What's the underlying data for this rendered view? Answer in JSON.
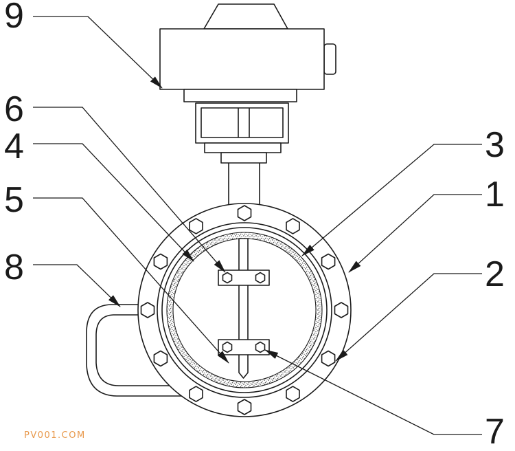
{
  "labels": {
    "n1": "1",
    "n2": "2",
    "n3": "3",
    "n4": "4",
    "n5": "5",
    "n6": "6",
    "n7": "7",
    "n8": "8",
    "n9": "9"
  },
  "watermark": "PV001.COM",
  "colors": {
    "line": "#1a1a1a",
    "background": "#ffffff",
    "watermark": "#e8984a",
    "gasket_speckle": "#555555"
  }
}
